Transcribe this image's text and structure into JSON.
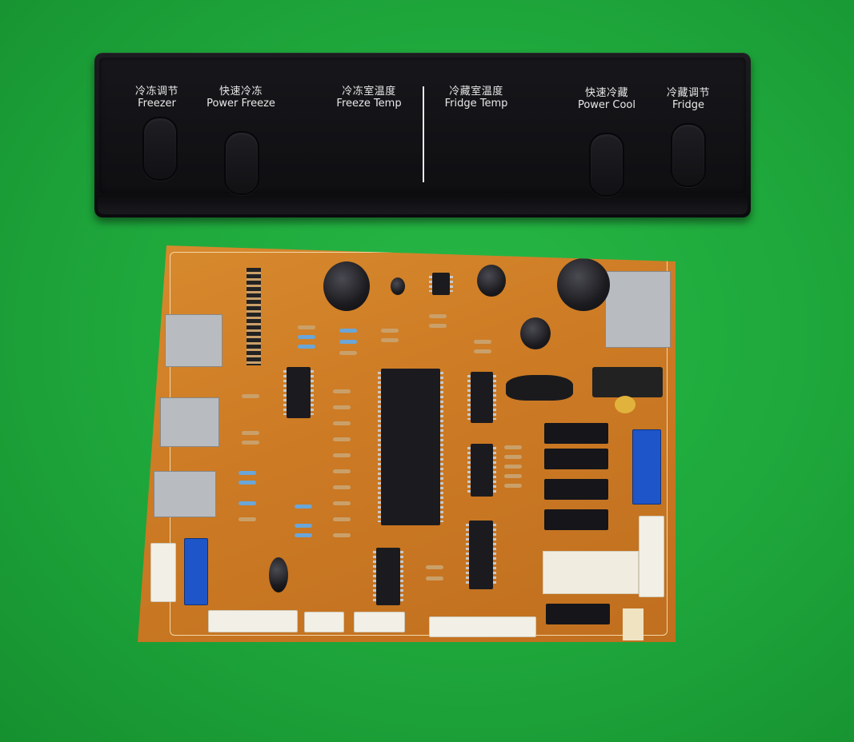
{
  "panel": {
    "labels": [
      {
        "cn": "冷冻调节",
        "en": "Freezer"
      },
      {
        "cn": "快速冷冻",
        "en": "Power Freeze"
      },
      {
        "cn": "冷冻室温度",
        "en": "Freeze Temp"
      },
      {
        "cn": "冷藏室温度",
        "en": "Fridge Temp"
      },
      {
        "cn": "快速冷藏",
        "en": "Power Cool"
      },
      {
        "cn": "冷藏调节",
        "en": "Fridge"
      }
    ]
  },
  "colors": {
    "background": "#1faa3a",
    "panel": "#121216",
    "pcb": "#cc7a24"
  }
}
